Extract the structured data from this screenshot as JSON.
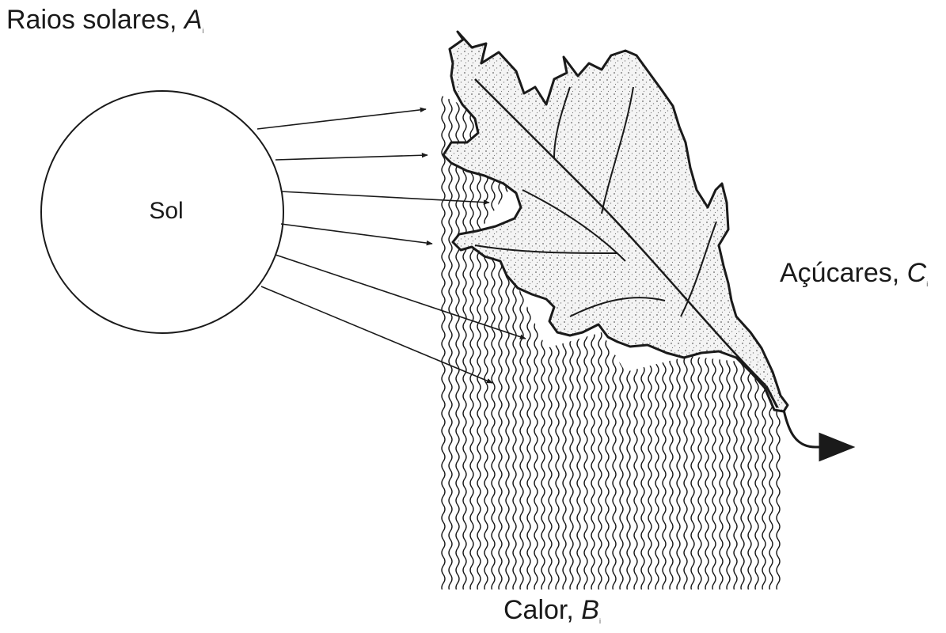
{
  "labels": {
    "raios": {
      "text": "Raios solares, ",
      "var": "A",
      "sub": "i"
    },
    "acucares": {
      "text": "Açúcares, ",
      "var": "C",
      "sub": "i"
    },
    "calor": {
      "text": "Calor, ",
      "var": "B",
      "sub": "i"
    },
    "sol": "Sol"
  },
  "colors": {
    "ink": "#1a1a1a",
    "background": "#ffffff"
  }
}
